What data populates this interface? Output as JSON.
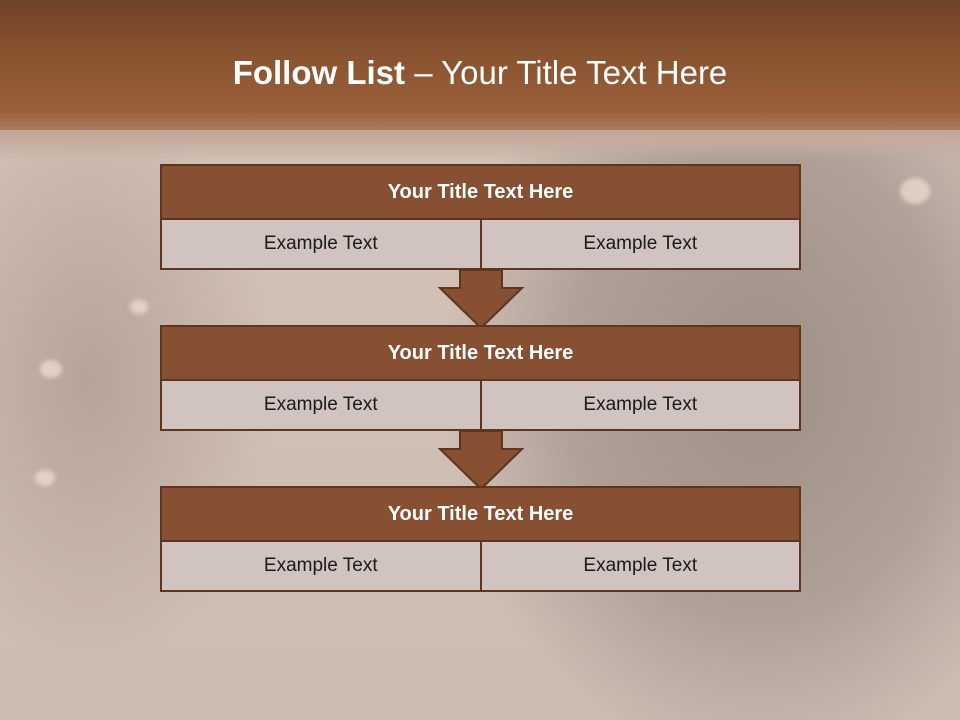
{
  "slide": {
    "title_bold": "Follow List",
    "title_rest": "– Your Title Text Here"
  },
  "steps": [
    {
      "title": "Your Title Text Here",
      "left": "Example Text",
      "right": "Example Text"
    },
    {
      "title": "Your Title Text Here",
      "left": "Example Text",
      "right": "Example Text"
    },
    {
      "title": "Your Title Text Here",
      "left": "Example Text",
      "right": "Example Text"
    }
  ],
  "colors": {
    "header_fill": "#875032",
    "border": "#5e3520",
    "cell_fill": "#d1c3bf",
    "arrow_fill": "#875032"
  }
}
